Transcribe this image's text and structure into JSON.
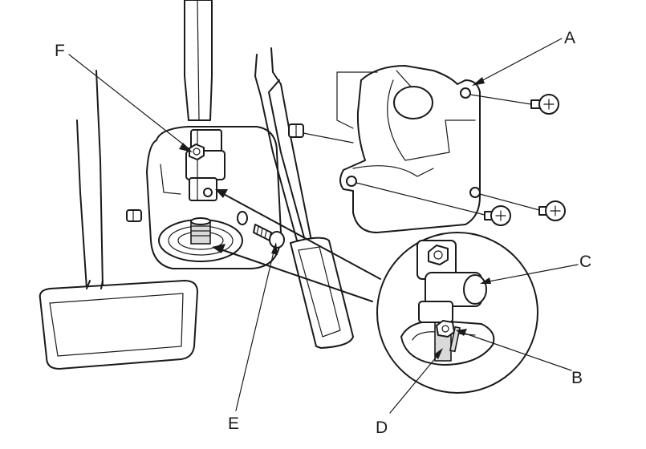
{
  "labels": {
    "a": "A",
    "b": "B",
    "c": "C",
    "d": "D",
    "e": "E",
    "f": "F"
  },
  "colors": {
    "line": "#1a1a1a",
    "fill": "#ffffff",
    "shade": "#d9d9d9"
  }
}
